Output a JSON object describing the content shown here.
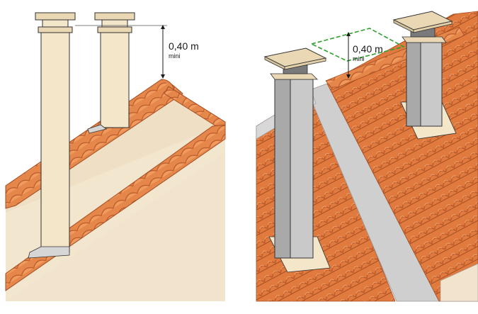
{
  "annotations": {
    "left": {
      "value": "0,40 m",
      "sub": "mini"
    },
    "right": {
      "value": "0,40 m",
      "sub": "mini"
    }
  },
  "colors": {
    "wall": "#f1e3cc",
    "roof_plane": "#efdfc4",
    "tile": "#e07a3e",
    "tile_dark": "#b9592a",
    "tile_light": "#f2a36b",
    "chimney_cream": "#f4e6c8",
    "chimney_grey": "#c9c9c9",
    "chimney_grey_dark": "#a9a9a9",
    "cap": "#ead8b4",
    "underlay": "#cfcfcf",
    "outline": "#333333",
    "guide_green": "#2ea02e"
  },
  "icons": {
    "dimension_arrow": "dimension-arrow-icon"
  }
}
